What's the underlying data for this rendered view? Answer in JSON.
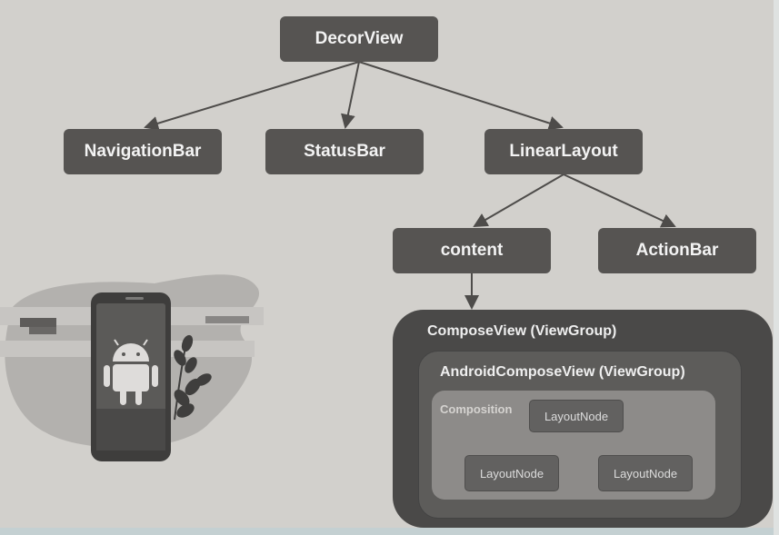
{
  "nodes": {
    "decor_view": "DecorView",
    "navigation_bar": "NavigationBar",
    "status_bar": "StatusBar",
    "linear_layout": "LinearLayout",
    "content": "content",
    "action_bar": "ActionBar"
  },
  "compose": {
    "compose_view": "ComposeView (ViewGroup)",
    "android_compose_view": "AndroidComposeView (ViewGroup)",
    "composition": "Composition",
    "layout_nodes": [
      "LayoutNode",
      "LayoutNode",
      "LayoutNode"
    ]
  },
  "illustration": {
    "icons": [
      "smartphone-icon",
      "android-robot-icon",
      "plant-icon"
    ]
  },
  "colors": {
    "background": "#d2d0cc",
    "node_fill": "#565452",
    "node_text": "#f3f3f3",
    "compose_fill": "#4a4948",
    "composition_fill": "#8d8b89"
  }
}
